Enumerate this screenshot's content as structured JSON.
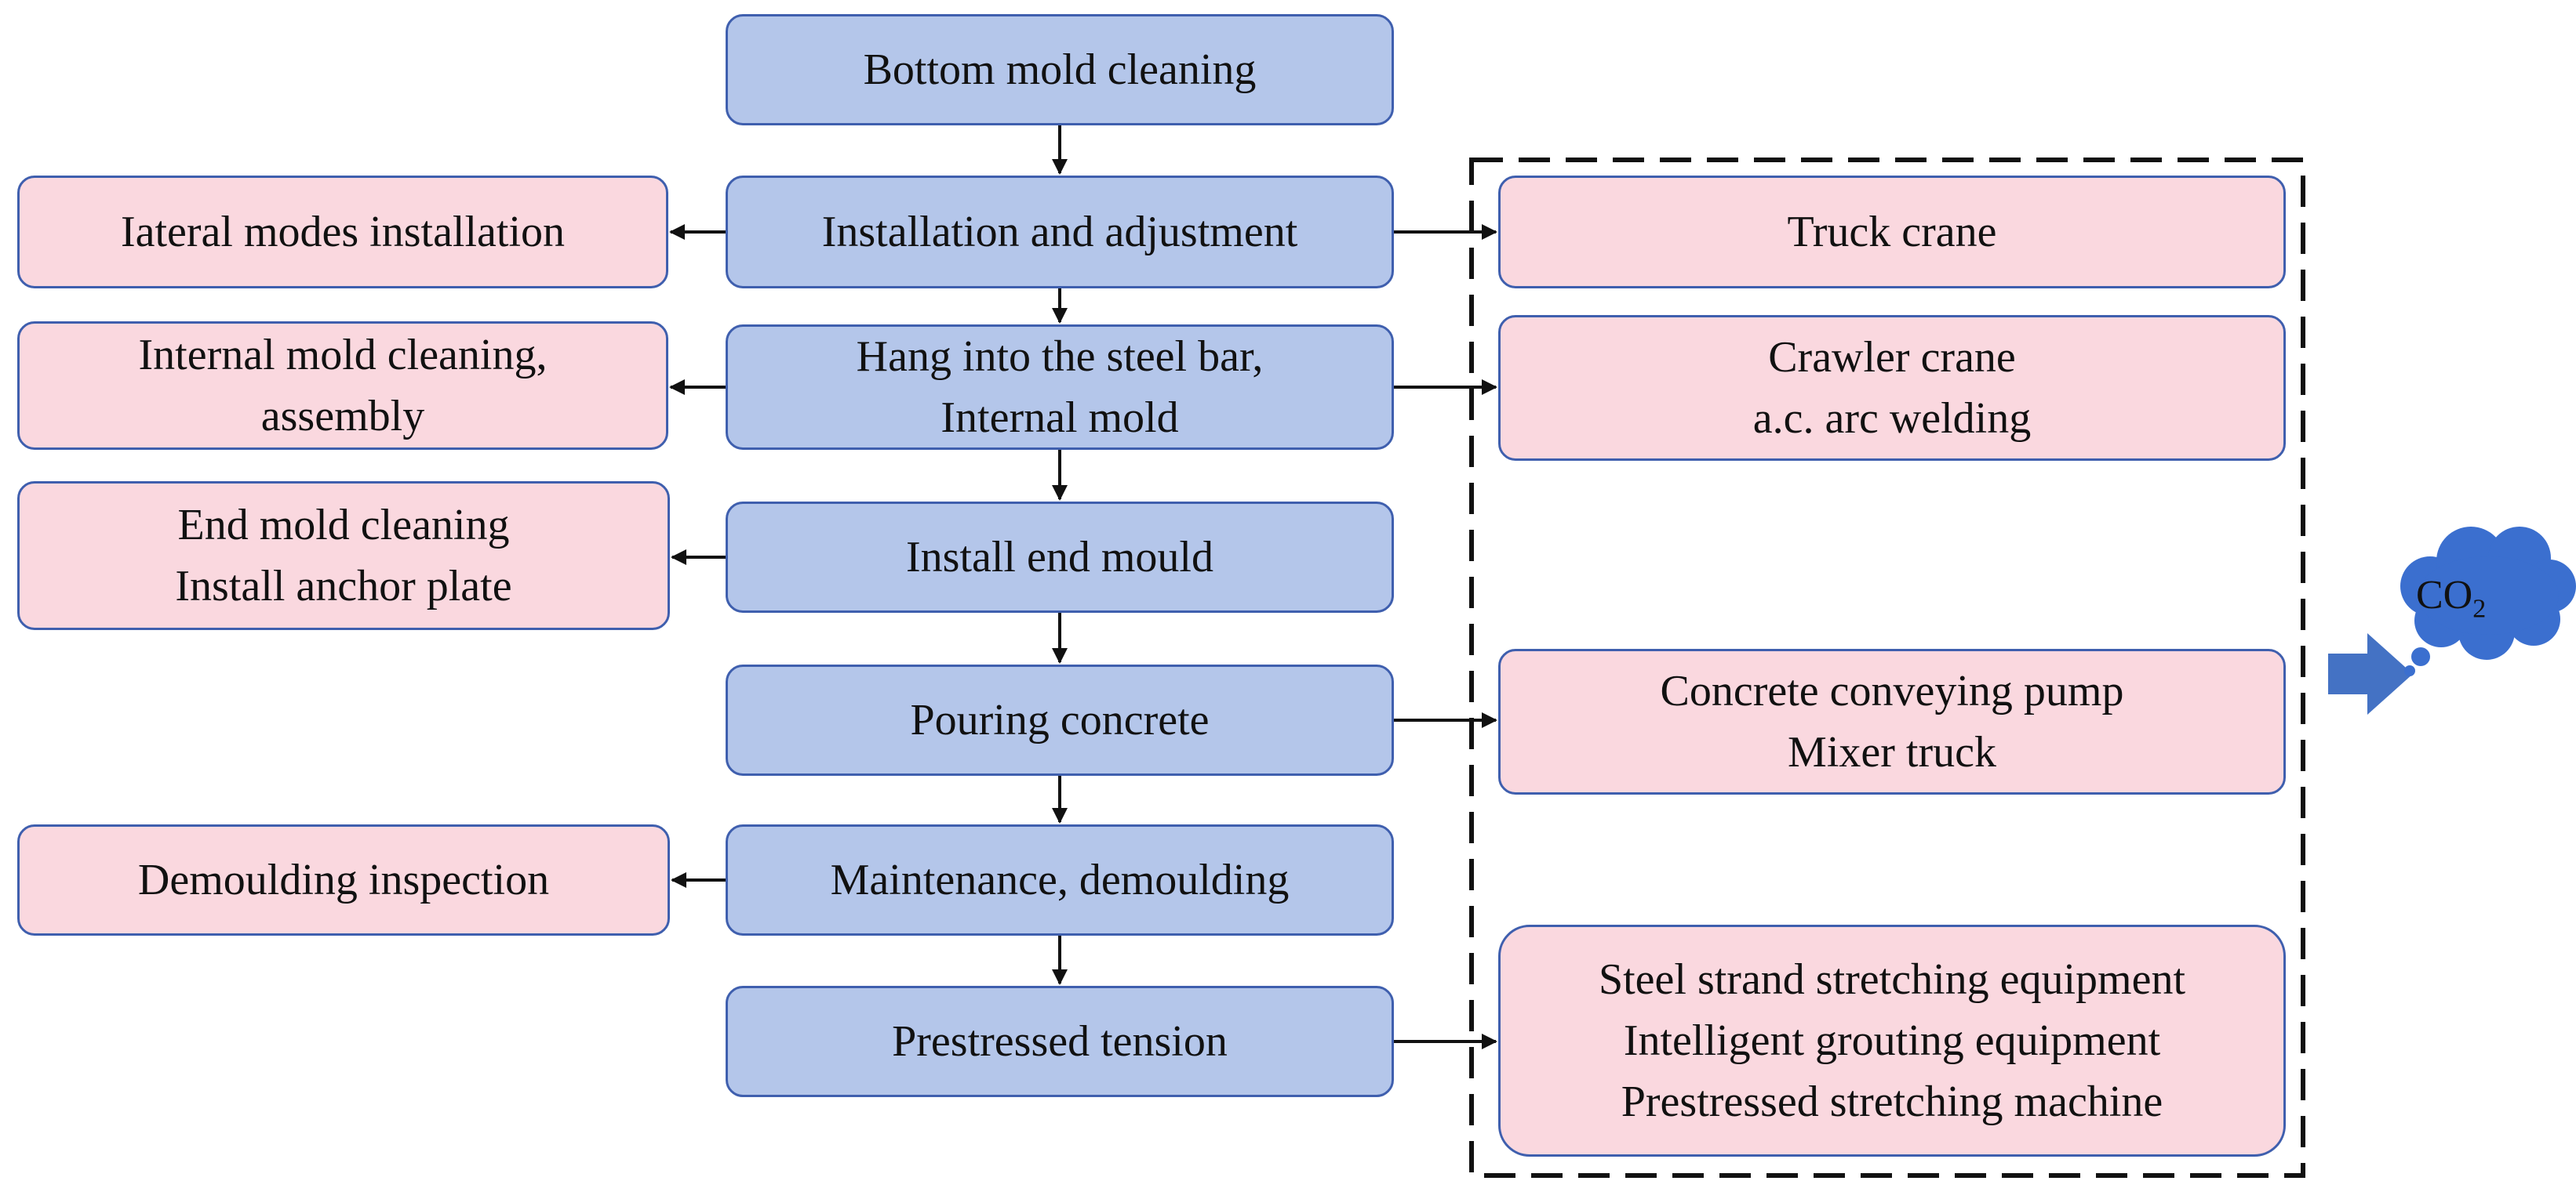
{
  "colors": {
    "process_box": "#b4c6ea",
    "side_box": "#fad8df",
    "border": "#3f5fae",
    "cloud": "#3b6fcf",
    "emission_arrow": "#4472c4"
  },
  "process": {
    "bottom_mold": "Bottom mold cleaning",
    "install_adjust": "Installation and adjustment",
    "hang_steel_1": "Hang into the steel bar,",
    "hang_steel_2": "Internal mold",
    "install_end": "Install end mould",
    "pouring": "Pouring concrete",
    "maintenance": "Maintenance, demoulding",
    "prestressed": "Prestressed tension"
  },
  "left": {
    "lateral": "Iateral modes installation",
    "internal_1": "Internal mold cleaning,",
    "internal_2": "assembly",
    "end_1": "End mold cleaning",
    "end_2": "Install anchor plate",
    "demould": "Demoulding inspection"
  },
  "equipment": {
    "truck_crane": "Truck crane",
    "crawler_1": "Crawler crane",
    "crawler_2": "a.c. arc welding",
    "pump_1": "Concrete conveying pump",
    "pump_2": "Mixer truck",
    "strand_1": "Steel strand stretching equipment",
    "strand_2": "Intelligent grouting equipment",
    "strand_3": "Prestressed stretching machine"
  },
  "emission": {
    "co2_main": "CO",
    "co2_sub": "2",
    "icon": "cloud-icon"
  }
}
